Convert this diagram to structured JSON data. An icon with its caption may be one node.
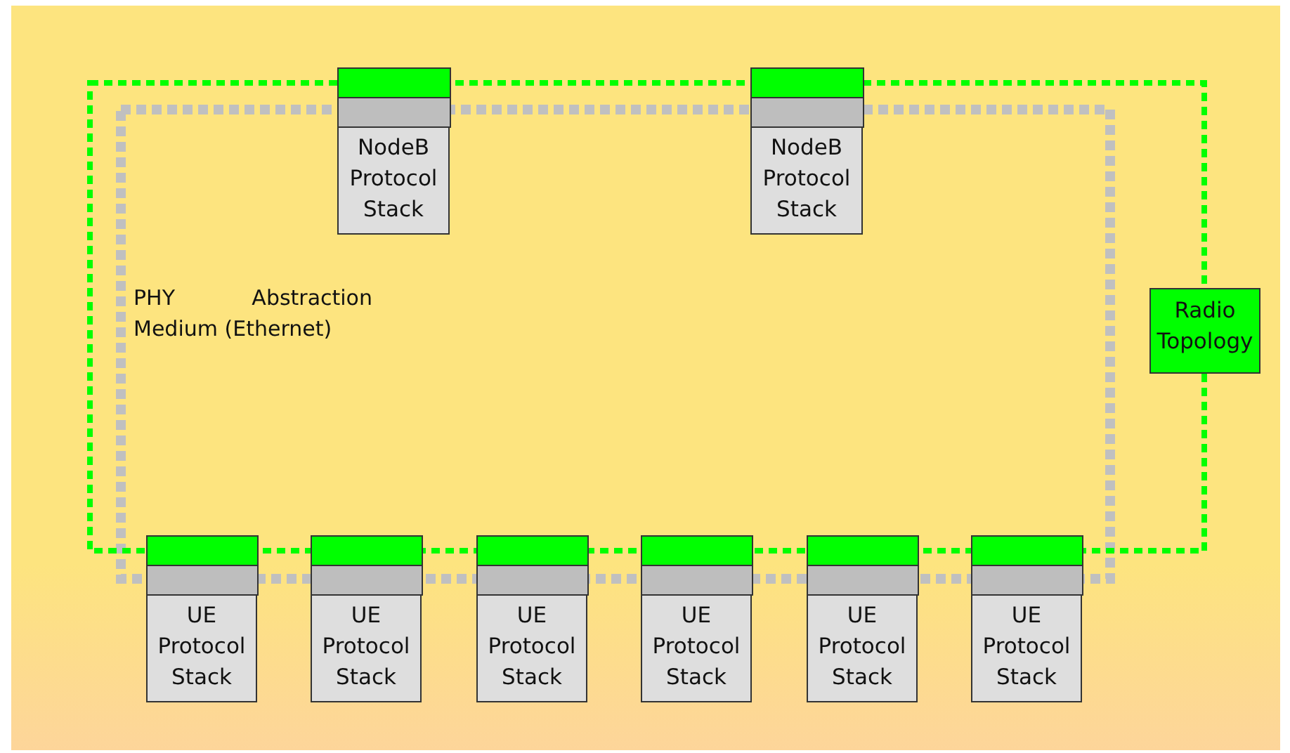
{
  "diagram": {
    "nodes": [
      {
        "text": [
          "NodeB Protocol Stack"
        ]
      },
      {
        "text": [],
        "shape": "bar",
        "in": 0
      },
      {
        "text": [],
        "shape": "bar",
        "in": 0
      },
      {
        "text": [
          "NodeB Protocol Stack"
        ]
      },
      {
        "text": [],
        "shape": "bar",
        "in": 3
      },
      {
        "text": [],
        "shape": "bar",
        "in": 3
      },
      {
        "text": [
          "Radio Topology"
        ]
      },
      {
        "text": [
          "UE Protocol Stack"
        ]
      },
      {
        "text": [],
        "shape": "bar",
        "in": 7
      },
      {
        "text": [],
        "shape": "bar",
        "in": 7
      },
      {
        "text": [
          "UE Protocol Stack"
        ]
      },
      {
        "text": [],
        "shape": "bar",
        "in": 10
      },
      {
        "text": [],
        "shape": "bar",
        "in": 10
      },
      {
        "text": [
          "UE Protocol Stack"
        ]
      },
      {
        "text": [],
        "shape": "bar",
        "in": 13
      },
      {
        "text": [],
        "shape": "bar",
        "in": 13
      },
      {
        "text": [
          "UE Protocol Stack"
        ]
      },
      {
        "text": [],
        "shape": "bar",
        "in": 16
      },
      {
        "text": [],
        "shape": "bar",
        "in": 16
      },
      {
        "text": [
          "UE Protocol Stack"
        ]
      },
      {
        "text": [],
        "shape": "bar",
        "in": 19
      },
      {
        "text": [],
        "shape": "bar",
        "in": 19
      },
      {
        "text": [
          "UE Protocol Stack"
        ]
      },
      {
        "text": [],
        "shape": "bar",
        "in": 22
      },
      {
        "text": [],
        "shape": "bar",
        "in": 22
      }
    ],
    "labels": [
      "PHY Abstraction Medium (Ethernet)"
    ]
  }
}
